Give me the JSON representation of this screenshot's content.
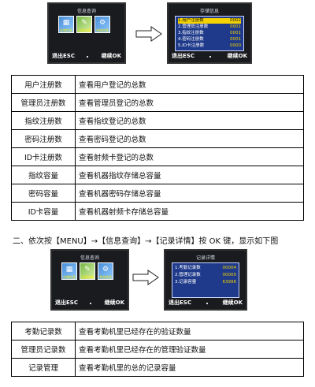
{
  "screen1": {
    "title": "信息查询",
    "icons": [
      {
        "label": "存储信息",
        "icon": "chart-icon"
      },
      {
        "label": "记录详情",
        "icon": "record-icon"
      },
      {
        "label": "系统信息",
        "icon": "info-icon"
      }
    ],
    "left_key": "退出ESC",
    "right_key": "继续OK"
  },
  "screen2": {
    "title": "存储信息",
    "rows": [
      {
        "label": "1.用户注册数",
        "value": "0002"
      },
      {
        "label": "2.管理员注册数",
        "value": "0001"
      },
      {
        "label": "3.指纹注册数",
        "value": "0001"
      },
      {
        "label": "4.密码注册数",
        "value": "0001"
      },
      {
        "label": "5.ID卡注册数",
        "value": "0000"
      }
    ],
    "left_key": "退出ESC",
    "right_key": "继续OK"
  },
  "table1": [
    {
      "key": "用户注册数",
      "desc": "查看用户登记的总数"
    },
    {
      "key": "管理员注册数",
      "desc": "查看管理员登记的总数"
    },
    {
      "key": "指纹注册数",
      "desc": "查看指纹登记的总数"
    },
    {
      "key": "密码注册数",
      "desc": "查看密码登记的总数"
    },
    {
      "key": "ID卡注册数",
      "desc": "查看射频卡登记的总数"
    },
    {
      "key": "指纹容量",
      "desc": "查看机器指纹存储总容量"
    },
    {
      "key": "密码容量",
      "desc": "查看机器密码存储总容量"
    },
    {
      "key": "ID卡容量",
      "desc": "查看机器射频卡存储总容量"
    }
  ],
  "step2": "二、依次按【MENU】→【信息查询】→【记录详情】按 OK 键，显示如下图",
  "screen3": {
    "title": "信息查询",
    "icons": [
      {
        "label": "存储信息",
        "icon": "chart-icon"
      },
      {
        "label": "记录详情",
        "icon": "record-icon"
      },
      {
        "label": "系统信息",
        "icon": "info-icon"
      }
    ],
    "left_key": "退出ESC",
    "right_key": "继续OK"
  },
  "screen4": {
    "title": "记录详情",
    "rows": [
      {
        "label": "1.考勤记录数",
        "value": "00004"
      },
      {
        "label": "2.管理记录数",
        "value": "00000"
      },
      {
        "label": "3.记录容量",
        "value": "63996"
      }
    ],
    "left_key": "退出ESC",
    "right_key": "继续OK"
  },
  "table2": [
    {
      "key": "考勤记录数",
      "desc": "查看考勤机里已经存在的验证数量"
    },
    {
      "key": "管理员记录数",
      "desc": "查看考勤机里已经存在的管理验证数量"
    },
    {
      "key": "记录管理",
      "desc": "查看考勤机里的总的记录容量"
    }
  ]
}
